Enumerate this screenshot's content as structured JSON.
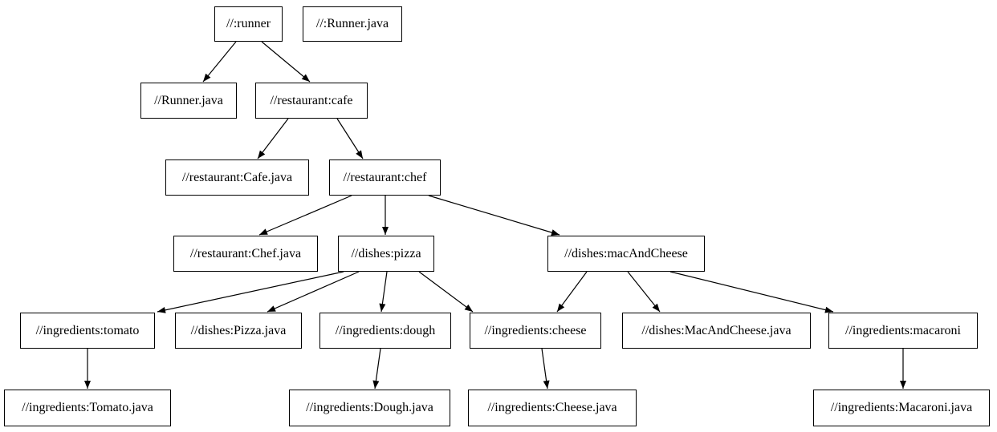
{
  "diagram": {
    "type": "dependency-graph",
    "background_color": "#ffffff",
    "node_fill_color": "#ffffff",
    "node_border_color": "#000000",
    "edge_color": "#000000",
    "nodes": [
      {
        "id": "runner",
        "label": "//:runner"
      },
      {
        "id": "runner-java-file",
        "label": "//:Runner.java"
      },
      {
        "id": "runner-java",
        "label": "//Runner.java"
      },
      {
        "id": "cafe",
        "label": "//restaurant:cafe"
      },
      {
        "id": "cafe-java",
        "label": "//restaurant:Cafe.java"
      },
      {
        "id": "chef",
        "label": "//restaurant:chef"
      },
      {
        "id": "chef-java",
        "label": "//restaurant:Chef.java"
      },
      {
        "id": "pizza",
        "label": "//dishes:pizza"
      },
      {
        "id": "mac-and-cheese",
        "label": "//dishes:macAndCheese"
      },
      {
        "id": "tomato",
        "label": "//ingredients:tomato"
      },
      {
        "id": "pizza-java",
        "label": "//dishes:Pizza.java"
      },
      {
        "id": "dough",
        "label": "//ingredients:dough"
      },
      {
        "id": "cheese",
        "label": "//ingredients:cheese"
      },
      {
        "id": "mac-and-cheese-java",
        "label": "//dishes:MacAndCheese.java"
      },
      {
        "id": "macaroni",
        "label": "//ingredients:macaroni"
      },
      {
        "id": "tomato-java",
        "label": "//ingredients:Tomato.java"
      },
      {
        "id": "dough-java",
        "label": "//ingredients:Dough.java"
      },
      {
        "id": "cheese-java",
        "label": "//ingredients:Cheese.java"
      },
      {
        "id": "macaroni-java",
        "label": "//ingredients:Macaroni.java"
      }
    ],
    "edges": [
      {
        "from": "runner",
        "to": "runner-java"
      },
      {
        "from": "runner",
        "to": "cafe"
      },
      {
        "from": "cafe",
        "to": "cafe-java"
      },
      {
        "from": "cafe",
        "to": "chef"
      },
      {
        "from": "chef",
        "to": "chef-java"
      },
      {
        "from": "chef",
        "to": "pizza"
      },
      {
        "from": "chef",
        "to": "mac-and-cheese"
      },
      {
        "from": "pizza",
        "to": "tomato"
      },
      {
        "from": "pizza",
        "to": "pizza-java"
      },
      {
        "from": "pizza",
        "to": "dough"
      },
      {
        "from": "pizza",
        "to": "cheese"
      },
      {
        "from": "mac-and-cheese",
        "to": "cheese"
      },
      {
        "from": "mac-and-cheese",
        "to": "mac-and-cheese-java"
      },
      {
        "from": "mac-and-cheese",
        "to": "macaroni"
      },
      {
        "from": "tomato",
        "to": "tomato-java"
      },
      {
        "from": "dough",
        "to": "dough-java"
      },
      {
        "from": "cheese",
        "to": "cheese-java"
      },
      {
        "from": "macaroni",
        "to": "macaroni-java"
      }
    ]
  }
}
